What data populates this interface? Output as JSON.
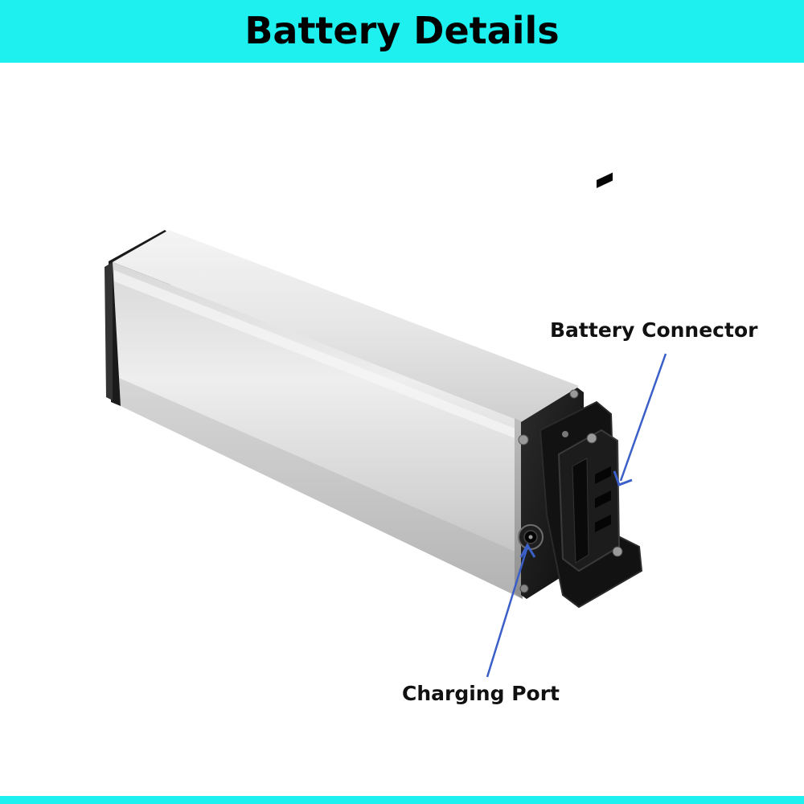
{
  "header": {
    "title": "Battery Details",
    "background_color": "#1ef0f0"
  },
  "callouts": {
    "battery_connector": "Battery Connector",
    "charging_port": "Charging Port",
    "arrow_color": "#3a5fc8"
  },
  "product_image": {
    "subject": "battery-pack-icon"
  }
}
